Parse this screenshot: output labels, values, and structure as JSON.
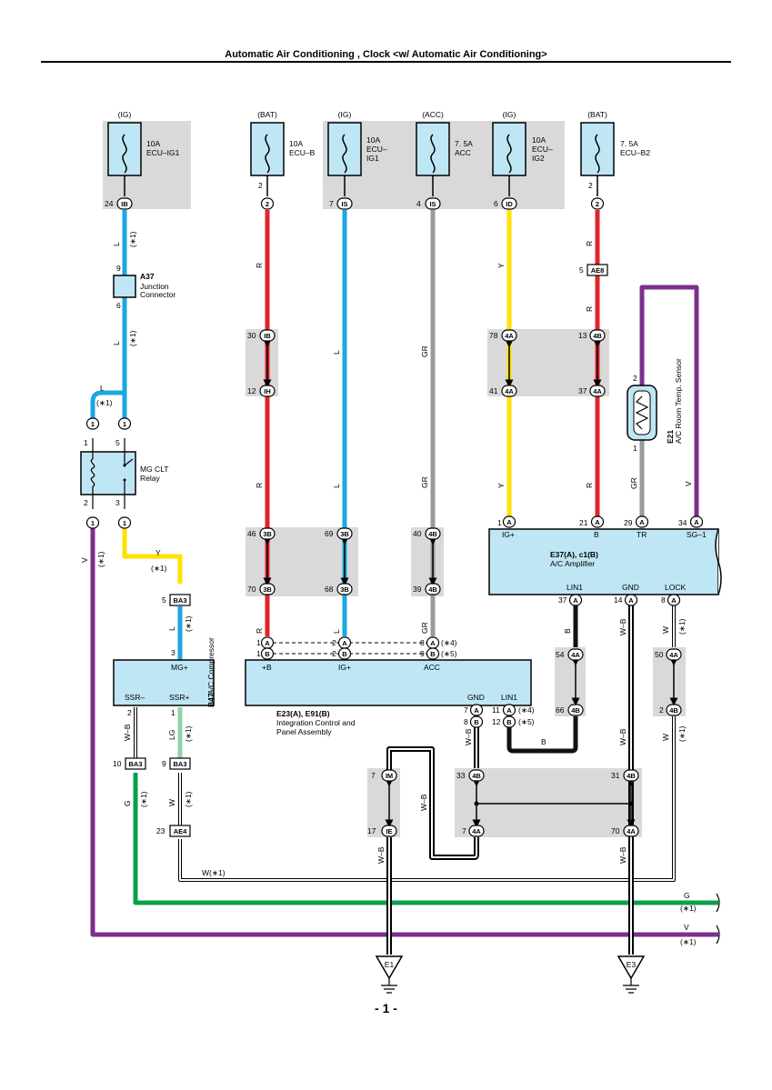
{
  "title": "Automatic Air Conditioning , Clock <w/ Automatic Air Conditioning>",
  "page_number": "- 1 -",
  "colors": {
    "L": "#1ba7e1",
    "R": "#e0242c",
    "GR": "#9a9a9a",
    "Y": "#ffe100",
    "V": "#7b2f8e",
    "G": "#0aa14b",
    "LG": "#8fd3a6",
    "B": "#111111",
    "shade": "#d9d9d9",
    "component": "#bfe6f5"
  },
  "power_sources": {
    "ig": "(IG)",
    "bat": "(BAT)",
    "acc": "(ACC)"
  },
  "fuses": [
    {
      "amp": "10A",
      "name": "ECU–IG1",
      "source": "(IG)"
    },
    {
      "amp": "10A",
      "name": "ECU–B",
      "source": "(BAT)"
    },
    {
      "amp": "10A",
      "name": "ECU– IG1",
      "name_l1": "ECU–",
      "name_l2": "IG1",
      "source": "(IG)"
    },
    {
      "amp": "7. 5A",
      "name": "ACC",
      "source": "(ACC)"
    },
    {
      "amp": "10A",
      "name": "ECU– IG2",
      "name_l1": "ECU–",
      "name_l2": "IG2",
      "source": "(IG)"
    },
    {
      "amp": "7. 5A",
      "name": "ECU–B2",
      "source": "(BAT)"
    }
  ],
  "components": {
    "a37": {
      "code": "A37",
      "line1": "Junction",
      "line2": "Connector"
    },
    "relay": {
      "line1": "MG CLT",
      "line2": "Relay"
    },
    "compressor": {
      "code": "B47",
      "name": "A/C Compressor",
      "pin_top": "MG+",
      "pin_left": "SSR–",
      "pin_right": "SSR+"
    },
    "integration": {
      "code": "E23(A), E91(B)",
      "line1": "Integration Control and",
      "line2": "Panel Assembly",
      "pins": [
        "+B",
        "IG+",
        "ACC",
        "GND",
        "LIN1"
      ]
    },
    "amplifier": {
      "code": "E37(A), c1(B)",
      "name": "A/C Amplifier",
      "pins_top": [
        "IG+",
        "B",
        "TR",
        "SG–1"
      ],
      "pins_bottom": [
        "LIN1",
        "GND",
        "LOCK"
      ]
    },
    "sensor": {
      "code": "E21",
      "name": "A/C Room Temp. Sensor"
    }
  },
  "connectors": {
    "IB": "IB",
    "IS": "IS",
    "ID": "ID",
    "IH": "IH",
    "IM": "IM",
    "IE": "IE",
    "c2": "2",
    "3B": "3B",
    "4B": "4B",
    "4A": "4A",
    "AE8": "AE8",
    "AE4": "AE4",
    "BA3": "BA3",
    "c1": "1",
    "A": "A",
    "B": "B"
  },
  "pins": {
    "p1": "1",
    "p2": "2",
    "p3": "3",
    "p4": "4",
    "p5": "5",
    "p6": "6",
    "p7": "7",
    "p8": "8",
    "p9": "9",
    "p10": "10",
    "p11": "11",
    "p12": "12",
    "p13": "13",
    "p14": "14",
    "p17": "17",
    "p21": "21",
    "p23": "23",
    "p24": "24",
    "p29": "29",
    "p30": "30",
    "p31": "31",
    "p33": "33",
    "p34": "34",
    "p37": "37",
    "p39": "39",
    "p40": "40",
    "p41": "41",
    "p46": "46",
    "p50": "50",
    "p54": "54",
    "p66": "66",
    "p68": "68",
    "p69": "69",
    "p70": "70",
    "p78": "78"
  },
  "wire_labels": {
    "L": "L",
    "R": "R",
    "GR": "GR",
    "Y": "Y",
    "V": "V",
    "G": "G",
    "LG": "LG",
    "W": "W",
    "B": "B",
    "WB": "W–B",
    "W1": "W(∗1)"
  },
  "notes": {
    "n1": "(∗1)",
    "n4": "(∗4)",
    "n5": "(∗5)"
  },
  "grounds": {
    "e1": "E1",
    "e3": "E3"
  }
}
